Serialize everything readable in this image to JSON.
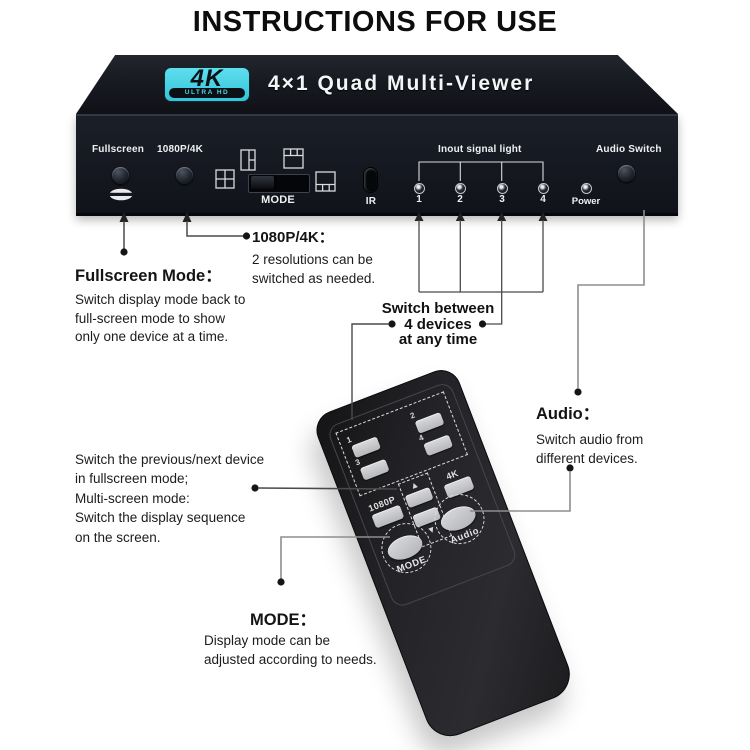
{
  "title": "INSTRUCTIONS FOR USE",
  "device": {
    "logo_main": "4K",
    "logo_sub": "ULTRA HD",
    "name": "4×1 Quad Multi-Viewer",
    "panel": {
      "fullscreen_label": "Fullscreen",
      "resolution_label": "1080P/4K",
      "mode_label": "MODE",
      "ir_label": "IR",
      "signal_light_label": "Inout signal light",
      "input_leds": [
        "1",
        "2",
        "3",
        "4"
      ],
      "power_label": "Power",
      "audio_switch_label": "Audio Switch"
    }
  },
  "remote": {
    "number_buttons": [
      "1",
      "2",
      "3",
      "4"
    ],
    "up_glyph": "▲",
    "down_glyph": "▼",
    "res_1080p_label": "1080P",
    "res_4k_label": "4K",
    "mode_label": "MODE",
    "audio_label": "Audio"
  },
  "annotations": {
    "fullscreen": {
      "heading": "Fullscreen Mode：",
      "lines": [
        "Switch display mode back to",
        "full-screen mode to show",
        "only one device at a time."
      ]
    },
    "resolution": {
      "heading": "1080P/4K：",
      "lines": [
        "2 resolutions can be",
        "switched as needed."
      ]
    },
    "devices": {
      "lines": [
        "Switch between",
        "4 devices",
        "at any time"
      ]
    },
    "audio": {
      "heading": "Audio：",
      "lines": [
        "Switch audio from",
        "different devices."
      ]
    },
    "prev_next": {
      "lines": [
        "Switch the previous/next device",
        "in fullscreen mode;",
        "Multi-screen mode:",
        "Switch the display sequence",
        "on the screen."
      ]
    },
    "mode": {
      "heading": "MODE：",
      "lines": [
        "Display mode can be",
        "adjusted according to needs."
      ]
    }
  },
  "colors": {
    "accent_cyan": "#3ecfe0",
    "device_black": "#14171f",
    "remote_black": "#232327",
    "button_gray": "#c6c7c9",
    "line_dark": "#4a4a4a",
    "line_gray": "#8e8e8e"
  }
}
